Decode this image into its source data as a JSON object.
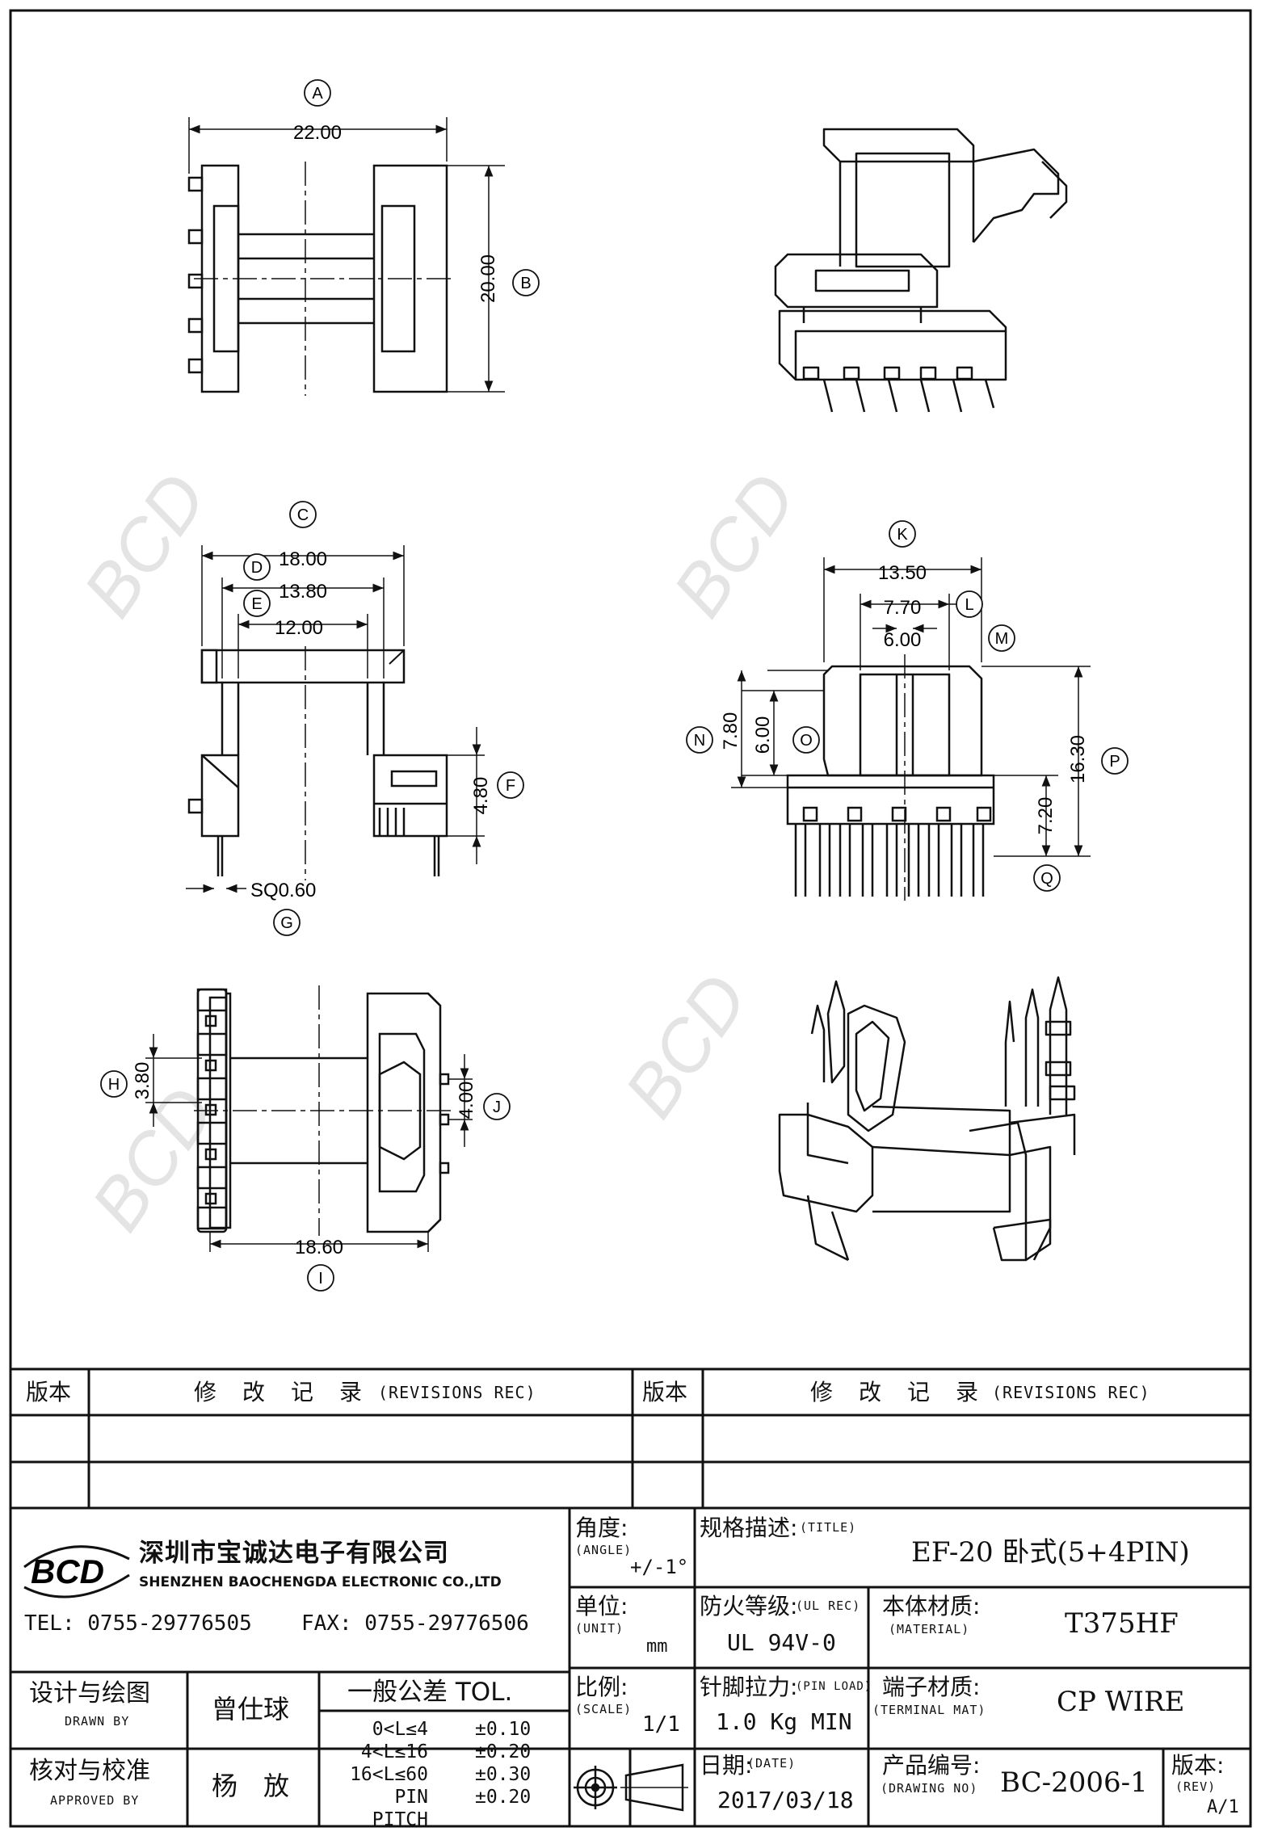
{
  "drawing": {
    "dims": {
      "a_width": "22.00",
      "b_height": "20.00",
      "c_width": "18.00",
      "d_width": "13.80",
      "e_width": "12.00",
      "f_height": "4.80",
      "g_pin": "SQ0.60",
      "k_width": "13.50",
      "l_width": "7.70",
      "m_width": "6.00",
      "n_height": "7.80",
      "o_height": "6.00",
      "p_height": "16.30",
      "q_height": "7.20",
      "h_pitch": "3.80",
      "j_pitch": "4.00",
      "i_width": "18.60"
    },
    "callouts": [
      "A",
      "B",
      "C",
      "D",
      "E",
      "F",
      "G",
      "H",
      "I",
      "J",
      "K",
      "L",
      "M",
      "N",
      "O",
      "P",
      "Q"
    ],
    "watermark": "BCD"
  },
  "revisions": {
    "version_label": "版本",
    "record_label": "修　改　记　录",
    "record_label_en": "(REVISIONS REC)"
  },
  "company": {
    "logo_text": "BCD",
    "name_cn": "深圳市宝诚达电子有限公司",
    "name_en": "SHENZHEN BAOCHENGDA ELECTRONIC CO.,LTD",
    "tel": "TEL: 0755-29776505",
    "fax": "FAX: 0755-29776506"
  },
  "title_block": {
    "angle_label": "角度:",
    "angle_en": "(ANGLE)",
    "angle_value": "+/-1°",
    "unit_label": "单位:",
    "unit_en": "(UNIT)",
    "unit_value": "mm",
    "scale_label": "比例:",
    "scale_en": "(SCALE)",
    "scale_value": "1/1",
    "title_label": "规格描述:",
    "title_en": "(TITLE)",
    "title_value": "EF-20 卧式(5+4PIN)",
    "ul_label": "防火等级:",
    "ul_en": "(UL REC)",
    "ul_value": "UL 94V-0",
    "material_label": "本体材质:",
    "material_en": "(MATERIAL)",
    "material_value": "T375HF",
    "pinload_label": "针脚拉力:",
    "pinload_en": "(PIN LOAD)",
    "pinload_value": "1.0 Kg MIN",
    "terminal_label": "端子材质:",
    "terminal_en": "(TERMINAL MAT)",
    "terminal_value": "CP WIRE",
    "date_label": "日期:",
    "date_en": "(DATE)",
    "date_value": "2017/03/18",
    "drawing_no_label": "产品编号:",
    "drawing_no_en": "(DRAWING NO)",
    "drawing_no_value": "BC-2006-1",
    "rev_label": "版本:",
    "rev_en": "(REV)",
    "rev_value": "A/1",
    "drawn_label": "设计与绘图",
    "drawn_en": "DRAWN BY",
    "drawn_name": "曾仕球",
    "approved_label": "核对与校准",
    "approved_en": "APPROVED BY",
    "approved_name": "杨　放",
    "tol_header": "一般公差 TOL.",
    "tolerances": [
      {
        "range": "0<L≤4",
        "value": "±0.10"
      },
      {
        "range": "4<L≤16",
        "value": "±0.20"
      },
      {
        "range": "16<L≤60",
        "value": "±0.30"
      },
      {
        "range": "PIN PITCH",
        "value": "±0.20"
      }
    ]
  }
}
